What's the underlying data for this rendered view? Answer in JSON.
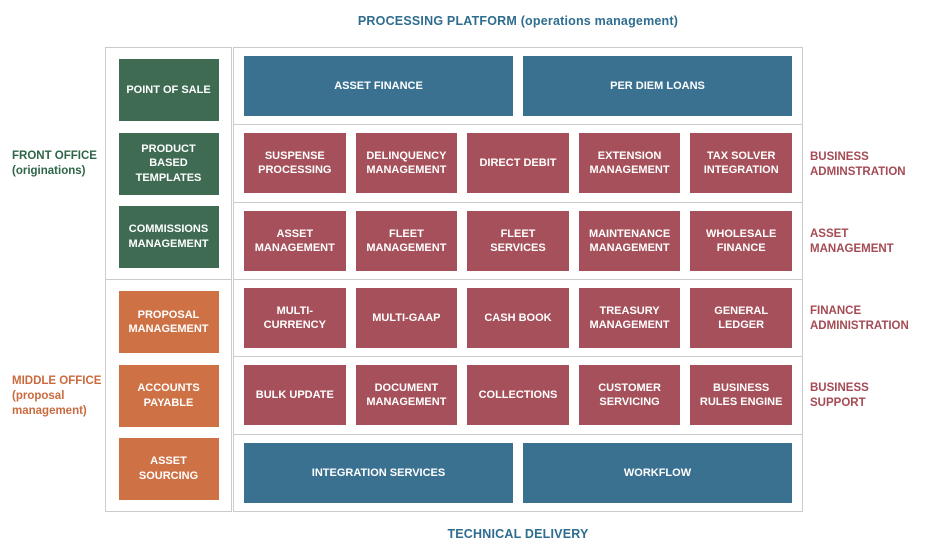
{
  "titles": {
    "top": "PROCESSING PLATFORM (operations management)",
    "bottom": "TECHNICAL DELIVERY"
  },
  "colors": {
    "teal": "#3A7191",
    "green": "#3F6B52",
    "orange": "#CE7145",
    "red": "#A5505A",
    "border_gray": "#CBCBCB",
    "title_text": "#2E6D90",
    "front_office_text": "#2F6549",
    "middle_office_text": "#C96B3F",
    "right_label_text": "#A44B54"
  },
  "left_labels": {
    "front_office": "FRONT OFFICE\n(originations)",
    "middle_office": "MIDDLE OFFICE\n(proposal\nmanagement)"
  },
  "right_labels": {
    "business_administration": "BUSINESS\nADMINSTRATION",
    "asset_management": "ASSET\nMANAGEMENT",
    "finance_administration": "FINANCE\nADMINISTRATION",
    "business_support": "BUSINESS\nSUPPORT"
  },
  "left_column": {
    "front_office_boxes": [
      "POINT OF SALE",
      "PRODUCT\nBASED\nTEMPLATES",
      "COMMISSIONS\nMANAGEMENT"
    ],
    "middle_office_boxes": [
      "PROPOSAL\nMANAGEMENT",
      "ACCOUNTS\nPAYABLE",
      "ASSET\nSOURCING"
    ]
  },
  "grid_rows": [
    {
      "group": "platform-top",
      "color": "teal",
      "boxes": [
        "ASSET FINANCE",
        "PER DIEM LOANS"
      ]
    },
    {
      "group": "business-administration",
      "color": "red",
      "boxes": [
        "SUSPENSE\nPROCESSING",
        "DELINQUENCY\nMANAGEMENT",
        "DIRECT DEBIT",
        "EXTENSION\nMANAGEMENT",
        "TAX SOLVER\nINTEGRATION"
      ]
    },
    {
      "group": "asset-management",
      "color": "red",
      "boxes": [
        "ASSET\nMANAGEMENT",
        "FLEET\nMANAGEMENT",
        "FLEET\nSERVICES",
        "MAINTENANCE\nMANAGEMENT",
        "WHOLESALE\nFINANCE"
      ]
    },
    {
      "group": "finance-administration",
      "color": "red",
      "boxes": [
        "MULTI-\nCURRENCY",
        "MULTI-GAAP",
        "CASH BOOK",
        "TREASURY\nMANAGEMENT",
        "GENERAL\nLEDGER"
      ]
    },
    {
      "group": "business-support",
      "color": "red",
      "boxes": [
        "BULK UPDATE",
        "DOCUMENT\nMANAGEMENT",
        "COLLECTIONS",
        "CUSTOMER\nSERVICING",
        "BUSINESS\nRULES ENGINE"
      ]
    },
    {
      "group": "technical-delivery",
      "color": "teal",
      "boxes": [
        "INTEGRATION SERVICES",
        "WORKFLOW"
      ]
    }
  ]
}
